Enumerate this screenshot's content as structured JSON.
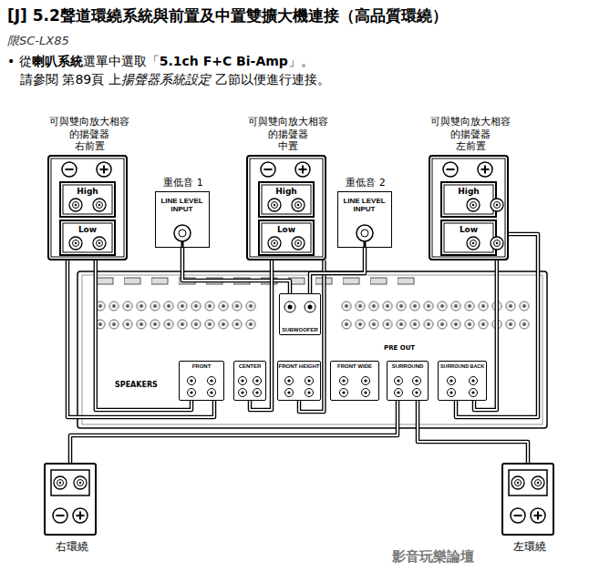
{
  "diagram": {
    "title": "[J] 5.2聲道環繞系統與前置及中置雙擴大機連接（高品質環繞）",
    "nodes": [
      {
        "text": [
          "可與雙向放大相容 的揚聲器",
          "右前置",
          "High",
          "Low"
        ]
      },
      {
        "text": [
          "重低音 1",
          "LINE LEVEL INPUT"
        ]
      },
      {
        "text": [
          "可與雙向放大相容 的揚聲器",
          "中置",
          "High",
          "Low"
        ]
      },
      {
        "text": [
          "重低音 2",
          "LINE LEVEL INPUT"
        ]
      },
      {
        "text": [
          "可與雙向放大相容 的揚聲器",
          "左前置",
          "High",
          "Low"
        ]
      },
      {
        "text": [
          "SPEAKERS",
          "PRE OUT"
        ]
      },
      {
        "text": [
          "SUBWOOFER"
        ],
        "in": 5
      },
      {
        "text": [
          "FRONT"
        ],
        "in": 5
      },
      {
        "text": [
          "CENTER"
        ],
        "in": 5
      },
      {
        "text": [
          "FRONT HEIGHT"
        ],
        "in": 5
      },
      {
        "text": [
          "FRONT WIDE"
        ],
        "in": 5
      },
      {
        "text": [
          "SURROUND"
        ],
        "in": 5
      },
      {
        "text": [
          "SURROUND BACK"
        ],
        "in": 5
      },
      {
        "text": [
          "右環繞"
        ]
      },
      {
        "text": [
          "左環繞"
        ]
      }
    ],
    "edges": [
      {
        "from": 0,
        "to": 7,
        "arrow": "none"
      },
      {
        "from": 0,
        "to": 7,
        "arrow": "none"
      },
      {
        "from": 1,
        "to": 6,
        "arrow": "none"
      },
      {
        "from": 2,
        "to": 8,
        "arrow": "none"
      },
      {
        "from": 2,
        "to": 9,
        "arrow": "none"
      },
      {
        "from": 3,
        "to": 6,
        "arrow": "none"
      },
      {
        "from": 4,
        "to": 12,
        "arrow": "none"
      },
      {
        "from": 4,
        "to": 12,
        "arrow": "none"
      },
      {
        "from": 13,
        "to": 11,
        "arrow": "none"
      },
      {
        "from": 14,
        "to": 11,
        "arrow": "none"
      }
    ],
    "labels": [
      "限SC-LX85",
      "• 從",
      "喇叭系統",
      "選單中選取「",
      "5.1ch F+C Bi-Amp",
      "」。",
      "請參閱 第89頁 上",
      "揚聲器系統設定",
      "乙節以便進行連接。",
      "影音玩樂論壇"
    ]
  }
}
